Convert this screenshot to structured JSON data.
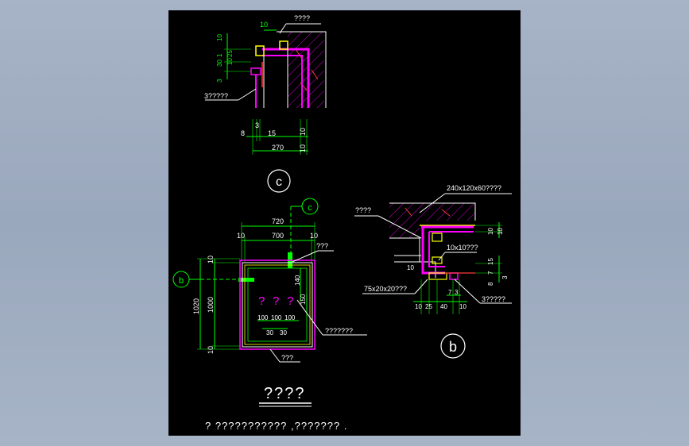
{
  "colors": {
    "dim": "#00ff00",
    "line": "#ffffff",
    "frame": "#ff00ff",
    "steel": "#ffff00",
    "red": "#ff3a3a",
    "hatch": "#ff00ff",
    "background": "#000000",
    "page": "#a3b0c3"
  },
  "detail_c": {
    "callout_top": "????",
    "dim_top": "10",
    "left_dims": [
      "10",
      "25",
      "10",
      "30",
      "1",
      "3"
    ],
    "note": "3?????",
    "bottom_dims_row1": [
      "8",
      "3",
      "15",
      "10"
    ],
    "bottom_dim_total": "270",
    "bottom_dim_right": "10",
    "symbol": "c"
  },
  "plan": {
    "symbol_top": "c",
    "symbol_left": "b",
    "dim_overall_width": "720",
    "dims_width_row": [
      "10",
      "700",
      "10"
    ],
    "dims_height_outer": "1020",
    "dims_height_inner": "1000",
    "dims_left_small": [
      "10",
      "10"
    ],
    "label_top": "???",
    "dim_140": "140",
    "dim_150": "150",
    "center_text": [
      "?",
      "?",
      "?"
    ],
    "bottom_dims": [
      "100",
      "100",
      "100"
    ],
    "bottom_dims_small": [
      "30",
      "30"
    ],
    "label_right": "???????",
    "label_bottom": "???"
  },
  "detail_b": {
    "label_top_left": "????",
    "label_top_right": "240x120x60????",
    "dims_right": [
      "10",
      "10",
      "15",
      "7",
      "8",
      "3"
    ],
    "label_mid_right": "10x10???",
    "label_bottom_left": "75x20x20???",
    "dims_bottom_small": [
      "7",
      "3"
    ],
    "dims_bottom": [
      "10",
      "25",
      "40",
      "10"
    ],
    "note": "3?????",
    "dim_left_10": "10",
    "symbol": "b"
  },
  "title": "????",
  "footnote": "? ??????????? ,??????? ."
}
